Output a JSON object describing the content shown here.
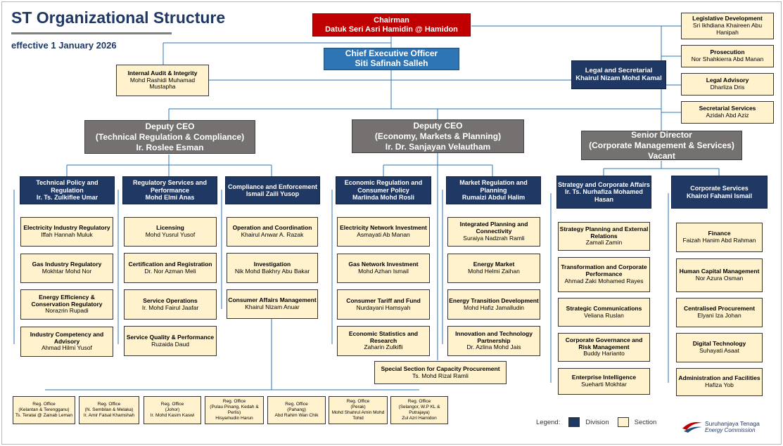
{
  "header": {
    "title": "ST Organizational Structure",
    "effective": "effective 1 January 2026"
  },
  "chairman": {
    "title": "Chairman",
    "name": "Datuk Seri Asri Hamidin @ Hamidon"
  },
  "ceo": {
    "title": "Chief Executive Officer",
    "name": "Siti Safinah Salleh"
  },
  "internal_audit": {
    "title": "Internal Audit & Integrity",
    "name": "Mohd Rashidi Muhamad Mustapha"
  },
  "legal": {
    "title": "Legal and Secretarial",
    "name": "Khairul Nizam Mohd Kamal",
    "sections": [
      {
        "title": "Legislative Development",
        "name": "Sri Ikhdiana Khaireen Abu Hanipah"
      },
      {
        "title": "Prosecution",
        "name": "Nor Shahkierra Abd Manan"
      },
      {
        "title": "Legal Advisory",
        "name": "Dharliza Dris"
      },
      {
        "title": "Secretarial Services",
        "name": "Azidah Abd Aziz"
      }
    ]
  },
  "deputies": [
    {
      "l1": "Deputy CEO",
      "l2": "(Technical Regulation & Compliance)",
      "l3": "Ir. Roslee Esman"
    },
    {
      "l1": "Deputy CEO",
      "l2": "(Economy, Markets & Planning)",
      "l3": "Ir. Dr. Sanjayan Velautham"
    },
    {
      "l1": "Senior Director",
      "l2": "(Corporate Management & Services)",
      "l3": "Vacant"
    }
  ],
  "divisions": [
    {
      "title": "Technical Policy and Regulation",
      "name": "Ir. Ts. Zulkiflee Umar",
      "sections": [
        {
          "title": "Electricity Industry Regulatory",
          "name": "Iffah Hannah Muluk"
        },
        {
          "title": "Gas Industry Regulatory",
          "name": "Mokhtar Mohd Nor"
        },
        {
          "title": "Energy Efficiency & Conservation Regulatory",
          "name": "Norazrin Rupadi"
        },
        {
          "title": "Industry Competency and Advisory",
          "name": "Ahmad Hilmi Yusof"
        }
      ]
    },
    {
      "title": "Regulatory Services and Performance",
      "name": "Mohd Elmi Anas",
      "sections": [
        {
          "title": "Licensing",
          "name": "Mohd Yusrul Yusof"
        },
        {
          "title": "Certification and Registration",
          "name": "Dr. Nor Azman Meli"
        },
        {
          "title": "Service Operations",
          "name": "Ir. Mohd Fairul Jaafar"
        },
        {
          "title": "Service Quality & Performance",
          "name": "Ruzaida Daud"
        }
      ]
    },
    {
      "title": "Compliance and Enforcement",
      "name": "Ismail Zaili Yusop",
      "sections": [
        {
          "title": "Operation and Coordination",
          "name": "Khairul Anwar A. Razak"
        },
        {
          "title": "Investigation",
          "name": "Nik Mohd Bakhry Abu Bakar"
        },
        {
          "title": "Consumer Affairs Management",
          "name": "Khairul Nizam Anuar"
        }
      ]
    },
    {
      "title": "Economic Regulation and Consumer Policy",
      "name": "Marlinda Mohd Rosli",
      "sections": [
        {
          "title": "Electricity Network Investment",
          "name": "Asmayati Ab Manan"
        },
        {
          "title": "Gas Network Investment",
          "name": "Mohd Azhan Ismail"
        },
        {
          "title": "Consumer Tariff and Fund",
          "name": "Nurdayani Hamsyah"
        },
        {
          "title": "Economic Statistics and Research",
          "name": "Zaharin Zulkifli"
        }
      ]
    },
    {
      "title": "Market Regulation and Planning",
      "name": "Rumaizi Abdul Halim",
      "sections": [
        {
          "title": "Integrated Planning and Connectivity",
          "name": "Suraiya Nadzrah Ramli"
        },
        {
          "title": "Energy Market",
          "name": "Mohd Helmi Zaihan"
        },
        {
          "title": "Energy Transition Development",
          "name": "Mohd Hafiz Jamalludin"
        },
        {
          "title": "Innovation and Technology Partnership",
          "name": "Dr. Azlina Mohd Jais"
        }
      ]
    },
    {
      "title": "Strategy and Corporate Affairs",
      "name": "Ir. Ts. Nurhafiza Mohamed Hasan",
      "sections": [
        {
          "title": "Strategy Planning and External Relations",
          "name": "Zamali Zamin"
        },
        {
          "title": "Transformation and Corporate Performance",
          "name": "Ahmad Zaki Mohamed Rayes"
        },
        {
          "title": "Strategic Communications",
          "name": "Veliana Ruslan"
        },
        {
          "title": "Corporate Governance and Risk Management",
          "name": "Buddy Harianto"
        },
        {
          "title": "Enterprise Intelligence",
          "name": "Sueharti Mokhtar"
        }
      ]
    },
    {
      "title": "Corporate Services",
      "name": "Khairol Fahami Ismail",
      "sections": [
        {
          "title": "Finance",
          "name": "Faizah Hanim Abd Rahman"
        },
        {
          "title": "Human Capital Management",
          "name": "Nor Azura Osman"
        },
        {
          "title": "Centralised Procurement",
          "name": "Elyani Iza Johan"
        },
        {
          "title": "Digital Technology",
          "name": "Suhayati Asaat"
        },
        {
          "title": "Administration and Facilities",
          "name": "Hafiza Yob"
        }
      ]
    }
  ],
  "special_section": {
    "title": "Special Section for Capacity Procurement",
    "name": "Ts. Mohd Rizal Ramli"
  },
  "regional_offices": [
    {
      "label": "Reg. Office",
      "area": "(Kelantan & Terengganu)",
      "name": "Ts. Teratai @ Zainab Leman"
    },
    {
      "label": "Reg. Office",
      "area": "(N. Sembilan & Melaka)",
      "name": "Ir. Amir Faisal Khamshah"
    },
    {
      "label": "Reg. Office",
      "area": "(Johor)",
      "name": "Ir. Mohd Kasim Kaswi"
    },
    {
      "label": "Reg. Office",
      "area": "(Pulau Pinang, Kedah & Perlis)",
      "name": "Hisyamudin Harun"
    },
    {
      "label": "Reg. Office",
      "area": "(Pahang)",
      "name": "Abd Rahim Wan Chik"
    },
    {
      "label": "Reg. Office",
      "area": "(Perak)",
      "name": "Mohd Shahrul Amin Mohd Tohid"
    },
    {
      "label": "Reg. Office",
      "area": "(Selangor, W.P KL & Putrajaya)",
      "name": "Zul Azri Hamidon"
    }
  ],
  "legend": {
    "label": "Legend:",
    "division": "Division",
    "section": "Section",
    "division_color": "#203864",
    "section_color": "#fff2cc"
  },
  "logo": {
    "name": "Suruhanjaya Tenaga",
    "sub": "Energy Commission"
  }
}
